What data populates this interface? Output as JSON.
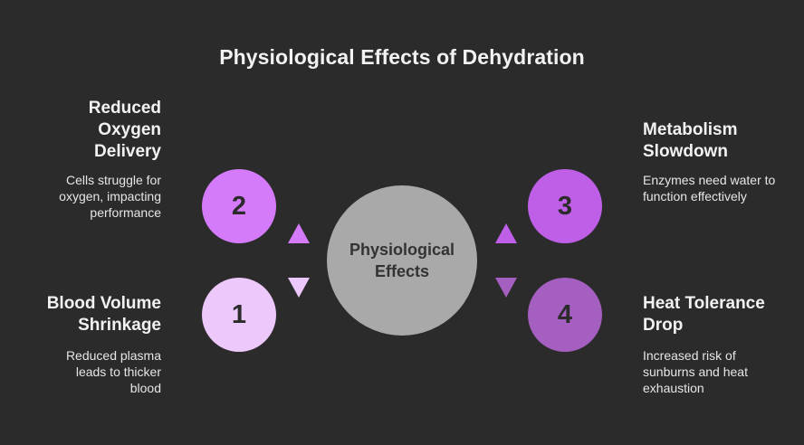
{
  "title": "Physiological Effects of Dehydration",
  "center": {
    "label_line1": "Physiological",
    "label_line2": "Effects",
    "color": "#a9a9a9"
  },
  "items": [
    {
      "number": "1",
      "heading": "Blood Volume Shrinkage",
      "description": "Reduced plasma leads to thicker blood",
      "color": "#ecc8fb",
      "position": "left-bottom",
      "arrow": "down"
    },
    {
      "number": "2",
      "heading": "Reduced Oxygen Delivery",
      "description": "Cells struggle for oxygen, impacting performance",
      "color": "#d57bf9",
      "position": "left-top",
      "arrow": "up"
    },
    {
      "number": "3",
      "heading": "Metabolism Slowdown",
      "description": "Enzymes need water to function effectively",
      "color": "#bf5fe8",
      "position": "right-top",
      "arrow": "up"
    },
    {
      "number": "4",
      "heading": "Heat Tolerance Drop",
      "description": "Increased risk of sunburns and heat exhaustion",
      "color": "#a45fc0",
      "position": "right-bottom",
      "arrow": "down"
    }
  ],
  "colors": {
    "background": "#2b2b2b",
    "text": "#f2f2f2",
    "number_text": "#2b2b2b"
  }
}
